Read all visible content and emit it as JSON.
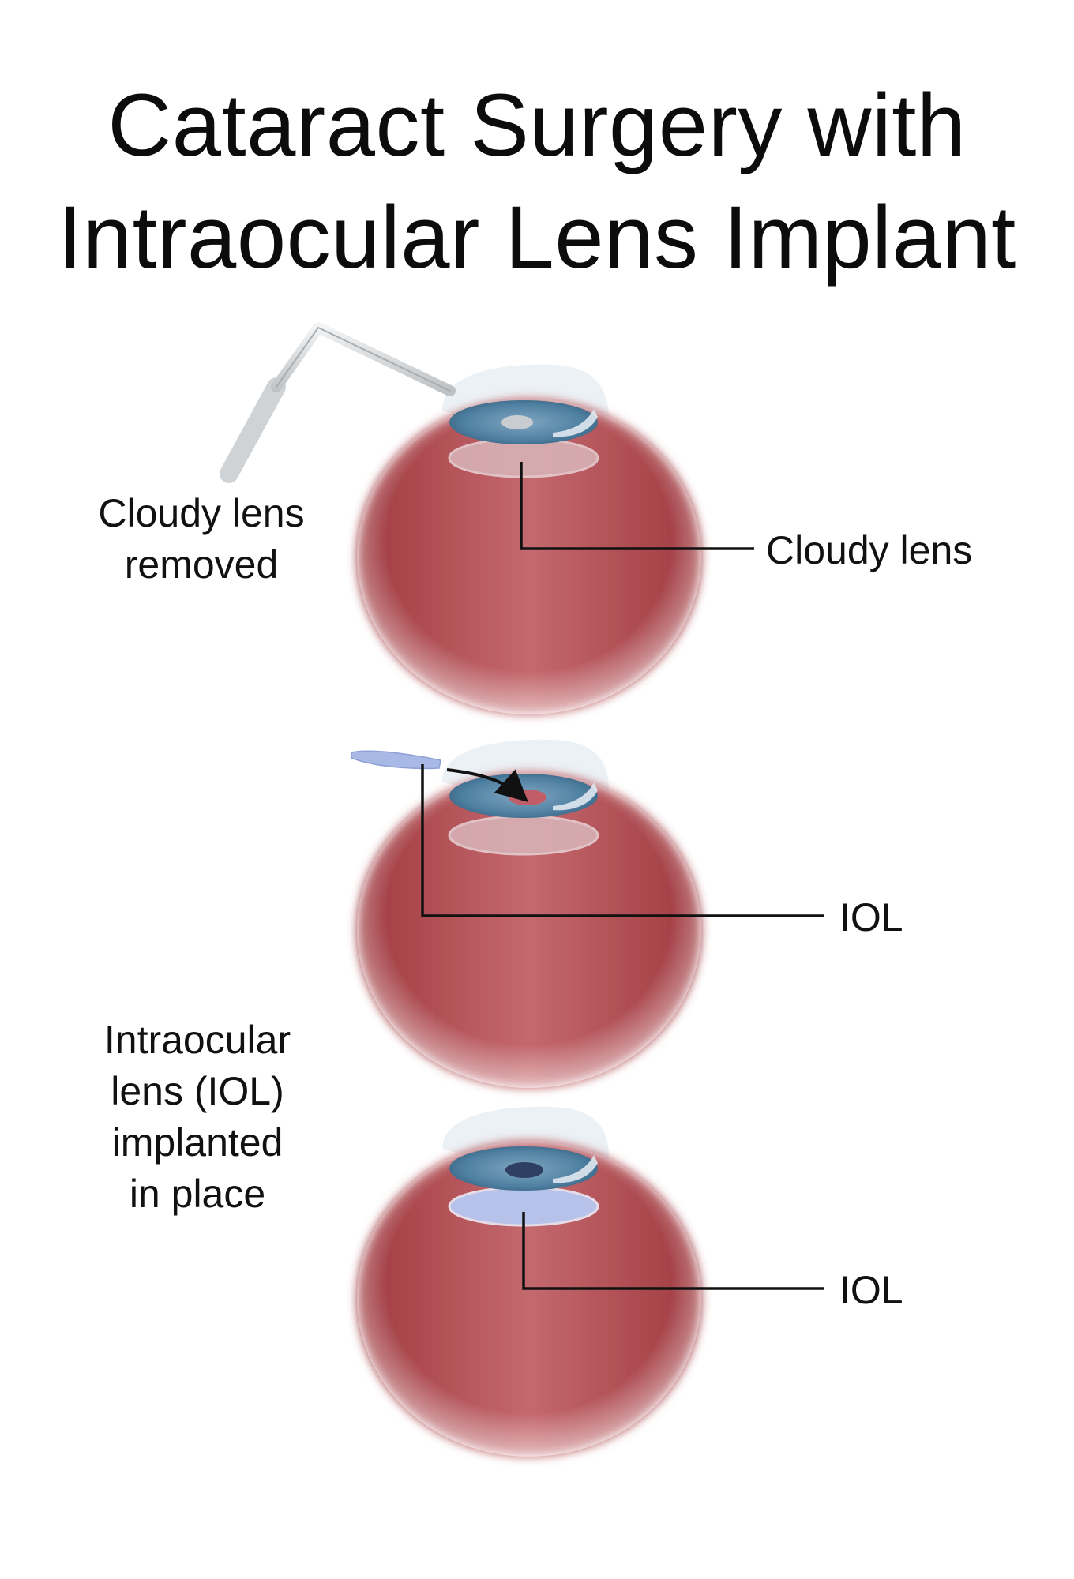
{
  "title": {
    "line1": "Cataract Surgery with",
    "line2": "Intraocular Lens Implant"
  },
  "panels": [
    {
      "side_label_lines": [
        "Cloudy lens",
        "removed"
      ],
      "callout_label": "Cloudy lens"
    },
    {
      "callout_label": "IOL"
    },
    {
      "side_label_lines": [
        "Intraocular",
        "lens (IOL)",
        "implanted",
        "in place"
      ],
      "callout_label": "IOL"
    }
  ],
  "colors": {
    "eyeball": "#b04a50",
    "eyeball_highlight": "#c4696e",
    "iris": "#4e7fa0",
    "cornea": "#e6edf3",
    "pupil": "#2e3f63",
    "iol": "#a9b9e6",
    "instrument": "#d5d7d9",
    "leader_line": "#111111"
  }
}
